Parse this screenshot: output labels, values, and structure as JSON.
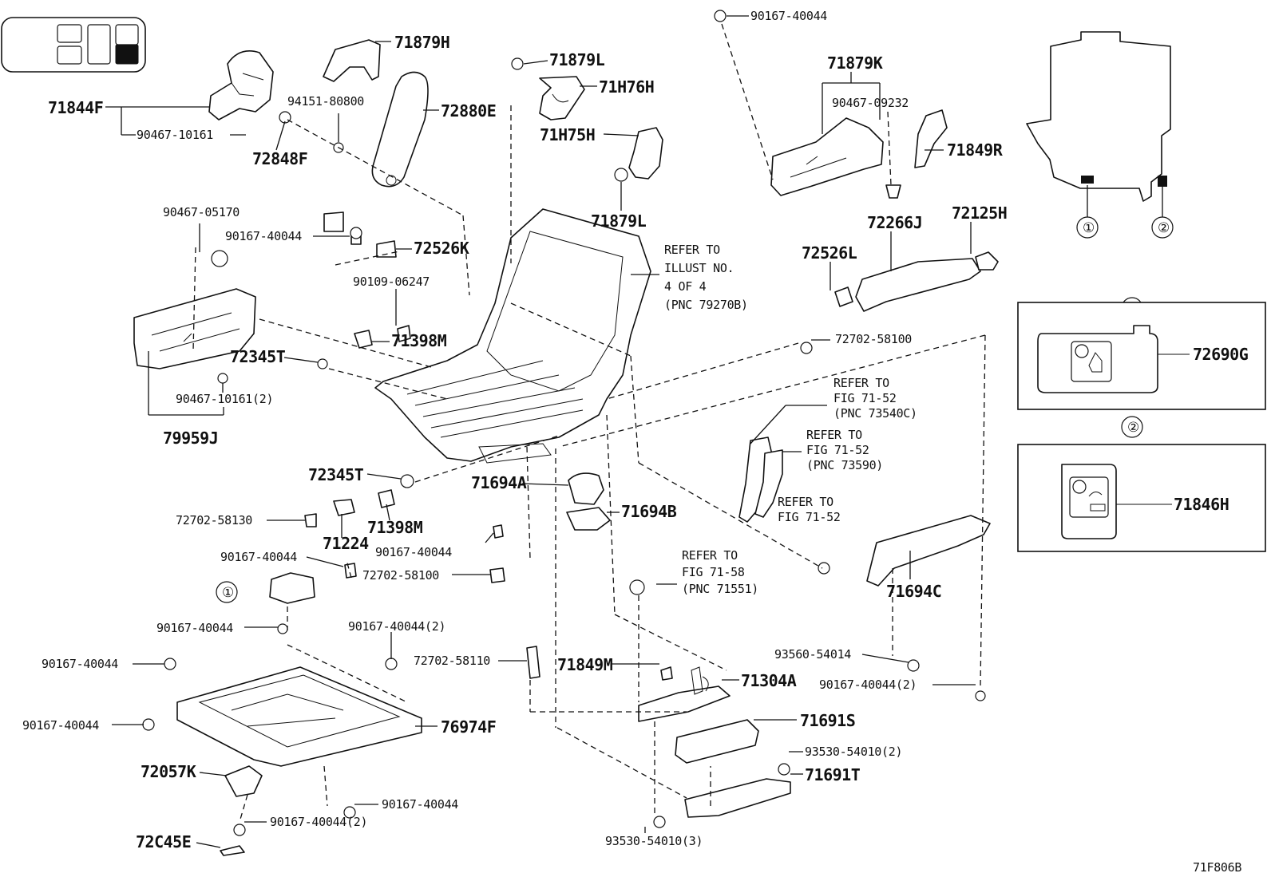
{
  "diagram_code": "71F806B",
  "callout_numbers": {
    "one": "①",
    "two": "②"
  },
  "parts": {
    "p71844F": "71844F",
    "p90467_10161": "90467-10161",
    "p71879H": "71879H",
    "p94151_80800": "94151-80800",
    "p72848F": "72848F",
    "p72880E": "72880E",
    "p71879L_top": "71879L",
    "p71H76H": "71H76H",
    "p71H75H": "71H75H",
    "p71879L_bot": "71879L",
    "p90167_40044_top": "90167-40044",
    "p71879K": "71879K",
    "p90467_09232": "90467-09232",
    "p71849R": "71849R",
    "p72266J": "72266J",
    "p72125H": "72125H",
    "p72526L": "72526L",
    "p90467_05170": "90467-05170",
    "p90167_40044_a": "90167-40044",
    "p72526K": "72526K",
    "p90109_06247": "90109-06247",
    "p71398M_top": "71398M",
    "p72345T_top": "72345T",
    "p90467_10161_2": "90467-10161(2)",
    "p79959J": "79959J",
    "p72702_58100_r": "72702-58100",
    "p72345T_bot": "72345T",
    "p71694A": "71694A",
    "p72702_58130": "72702-58130",
    "p71224": "71224",
    "p71398M_bot": "71398M",
    "p71694B": "71694B",
    "p90167_40044_b": "90167-40044",
    "p90167_40044_c": "90167-40044",
    "p72702_58100_l": "72702-58100",
    "p90167_40044_d": "90167-40044",
    "p90167_40044_2a": "90167-40044(2)",
    "p90167_40044_e": "90167-40044",
    "p72702_58110": "72702-58110",
    "p90167_40044_f": "90167-40044",
    "p76974F": "76974F",
    "p72057K": "72057K",
    "p90167_40044_g": "90167-40044",
    "p90167_40044_2b": "90167-40044(2)",
    "p72C45E": "72C45E",
    "p71849M": "71849M",
    "p71304A": "71304A",
    "p71691S": "71691S",
    "p93530_54010_2": "93530-54010(2)",
    "p71691T": "71691T",
    "p93530_54010_3": "93530-54010(3)",
    "p93560_54014": "93560-54014",
    "p90167_40044_2c": "90167-40044(2)",
    "p71694C": "71694C",
    "p72690G": "72690G",
    "p71846H": "71846H"
  },
  "refer_notes": {
    "illust": [
      "REFER TO",
      "ILLUST NO.",
      "4 OF 4",
      "(PNC 79270B)"
    ],
    "fig_73540C": [
      "REFER TO",
      "FIG 71-52",
      "(PNC 73540C)"
    ],
    "fig_73590": [
      "REFER TO",
      "FIG 71-52",
      "(PNC 73590)"
    ],
    "fig_71_52": [
      "REFER TO",
      "FIG 71-52"
    ],
    "fig_71551": [
      "REFER TO",
      "FIG 71-58",
      "(PNC 71551)"
    ]
  }
}
